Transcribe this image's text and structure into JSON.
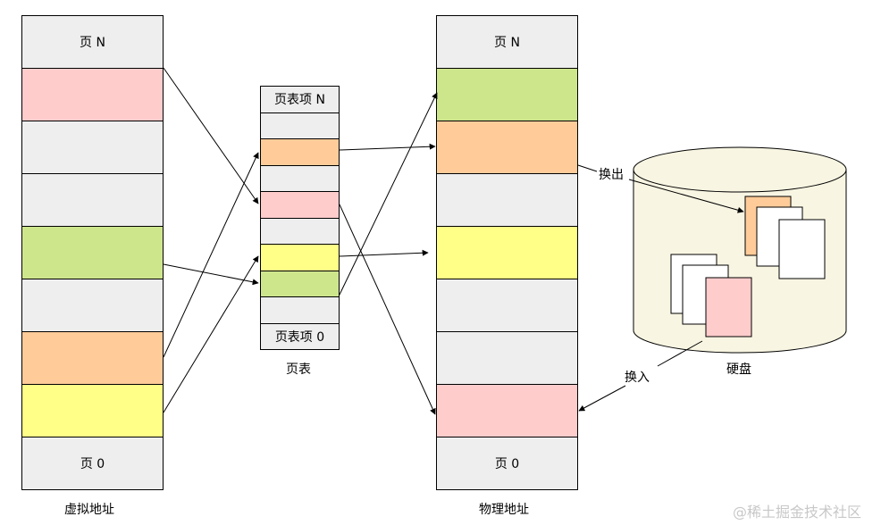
{
  "colors": {
    "gray": "#eeeeee",
    "pink": "#ffcccc",
    "green": "#cde68c",
    "orange": "#ffcc99",
    "yellow": "#ffff88",
    "disk": "#f8f5e2",
    "white": "#ffffff"
  },
  "virtual": {
    "label": "虚拟地址",
    "top_label": "页 N",
    "bottom_label": "页 0",
    "cells": [
      "gray",
      "pink",
      "gray",
      "gray",
      "green",
      "gray",
      "orange",
      "yellow",
      "gray"
    ]
  },
  "page_table": {
    "label": "页表",
    "top_label": "页表项 N",
    "bottom_label": "页表项 0",
    "cells": [
      "gray",
      "gray",
      "orange",
      "gray",
      "pink",
      "gray",
      "yellow",
      "green",
      "gray",
      "gray"
    ]
  },
  "physical": {
    "label": "物理地址",
    "top_label": "页 N",
    "bottom_label": "页 0",
    "cells": [
      "gray",
      "green",
      "orange",
      "gray",
      "yellow",
      "gray",
      "gray",
      "pink",
      "gray"
    ]
  },
  "disk": {
    "label": "硬盘",
    "swap_out_label": "换出",
    "swap_in_label": "换入"
  },
  "watermark": "@稀土掘金技术社区"
}
